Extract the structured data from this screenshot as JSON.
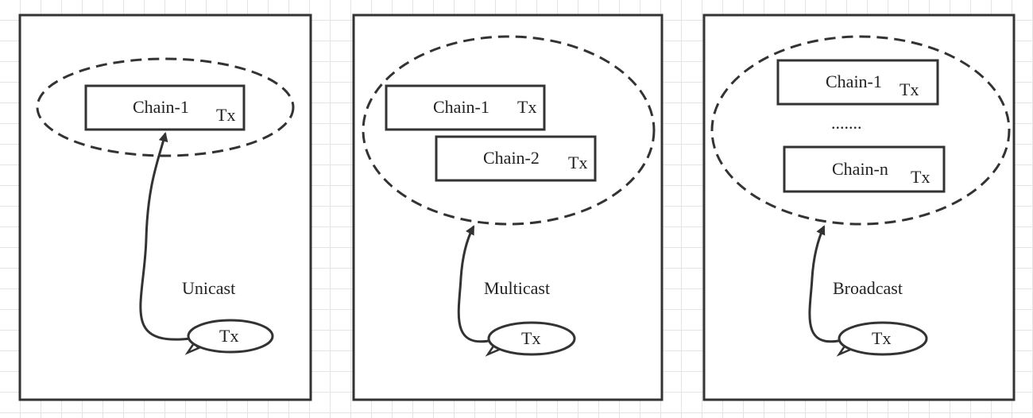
{
  "panels": [
    {
      "label": "Unicast",
      "chains": [
        {
          "name": "Chain-1",
          "tag": "Tx"
        }
      ],
      "ellipsis": "",
      "source": "Tx"
    },
    {
      "label": "Multicast",
      "chains": [
        {
          "name": "Chain-1",
          "tag": "Tx"
        },
        {
          "name": "Chain-2",
          "tag": "Tx"
        }
      ],
      "ellipsis": "",
      "source": "Tx"
    },
    {
      "label": "Broadcast",
      "chains": [
        {
          "name": "Chain-1",
          "tag": "Tx"
        },
        {
          "name": "Chain-n",
          "tag": "Tx"
        }
      ],
      "ellipsis": ".......",
      "source": "Tx"
    }
  ],
  "colors": {
    "stroke": "#333333",
    "text": "#222222",
    "grid": "#e4e4e4"
  }
}
